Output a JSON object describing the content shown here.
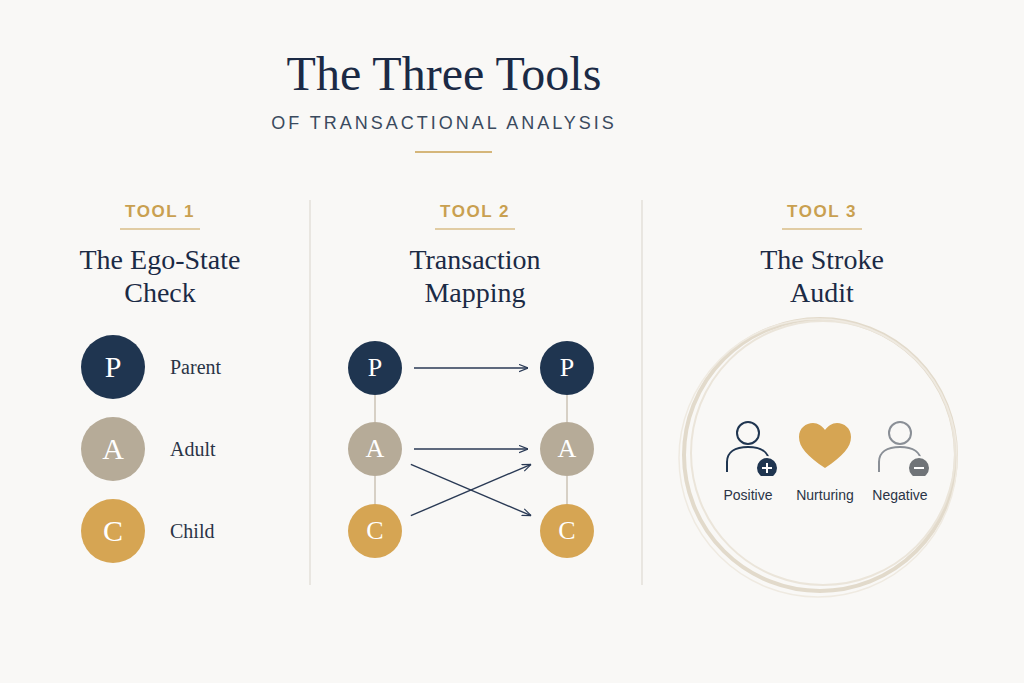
{
  "diagram": {
    "title": "The Three Tools",
    "nodes": [
      {
        "text": [
          "P",
          "Parent"
        ]
      },
      {
        "text": [
          "A",
          "Adult"
        ]
      },
      {
        "text": [
          "C",
          "Child"
        ]
      },
      {
        "text": [
          "P"
        ]
      },
      {
        "text": [
          "A"
        ]
      },
      {
        "text": [
          "C"
        ]
      },
      {
        "text": [
          "P"
        ]
      },
      {
        "text": [
          "A"
        ]
      },
      {
        "text": [
          "C"
        ]
      },
      {
        "text": [
          "Positive"
        ]
      },
      {
        "text": [
          "Nurturing"
        ]
      },
      {
        "text": [
          "Negative"
        ]
      }
    ],
    "edges": [
      {
        "from": 3,
        "to": 6,
        "arrow": "to"
      },
      {
        "from": 4,
        "to": 7,
        "arrow": "to"
      },
      {
        "from": 5,
        "to": 7,
        "arrow": "to"
      },
      {
        "from": 4,
        "to": 8,
        "arrow": "to"
      },
      {
        "from": 3,
        "to": 4,
        "arrow": "none"
      },
      {
        "from": 4,
        "to": 5,
        "arrow": "none"
      },
      {
        "from": 6,
        "to": 7,
        "arrow": "none"
      },
      {
        "from": 7,
        "to": 8,
        "arrow": "none"
      }
    ],
    "labels": [
      "OF TRANSACTIONAL ANALYSIS",
      "TOOL 1",
      "The Ego-State Check",
      "TOOL 2",
      "Transaction Mapping",
      "TOOL 3",
      "The Stroke Audit"
    ]
  }
}
